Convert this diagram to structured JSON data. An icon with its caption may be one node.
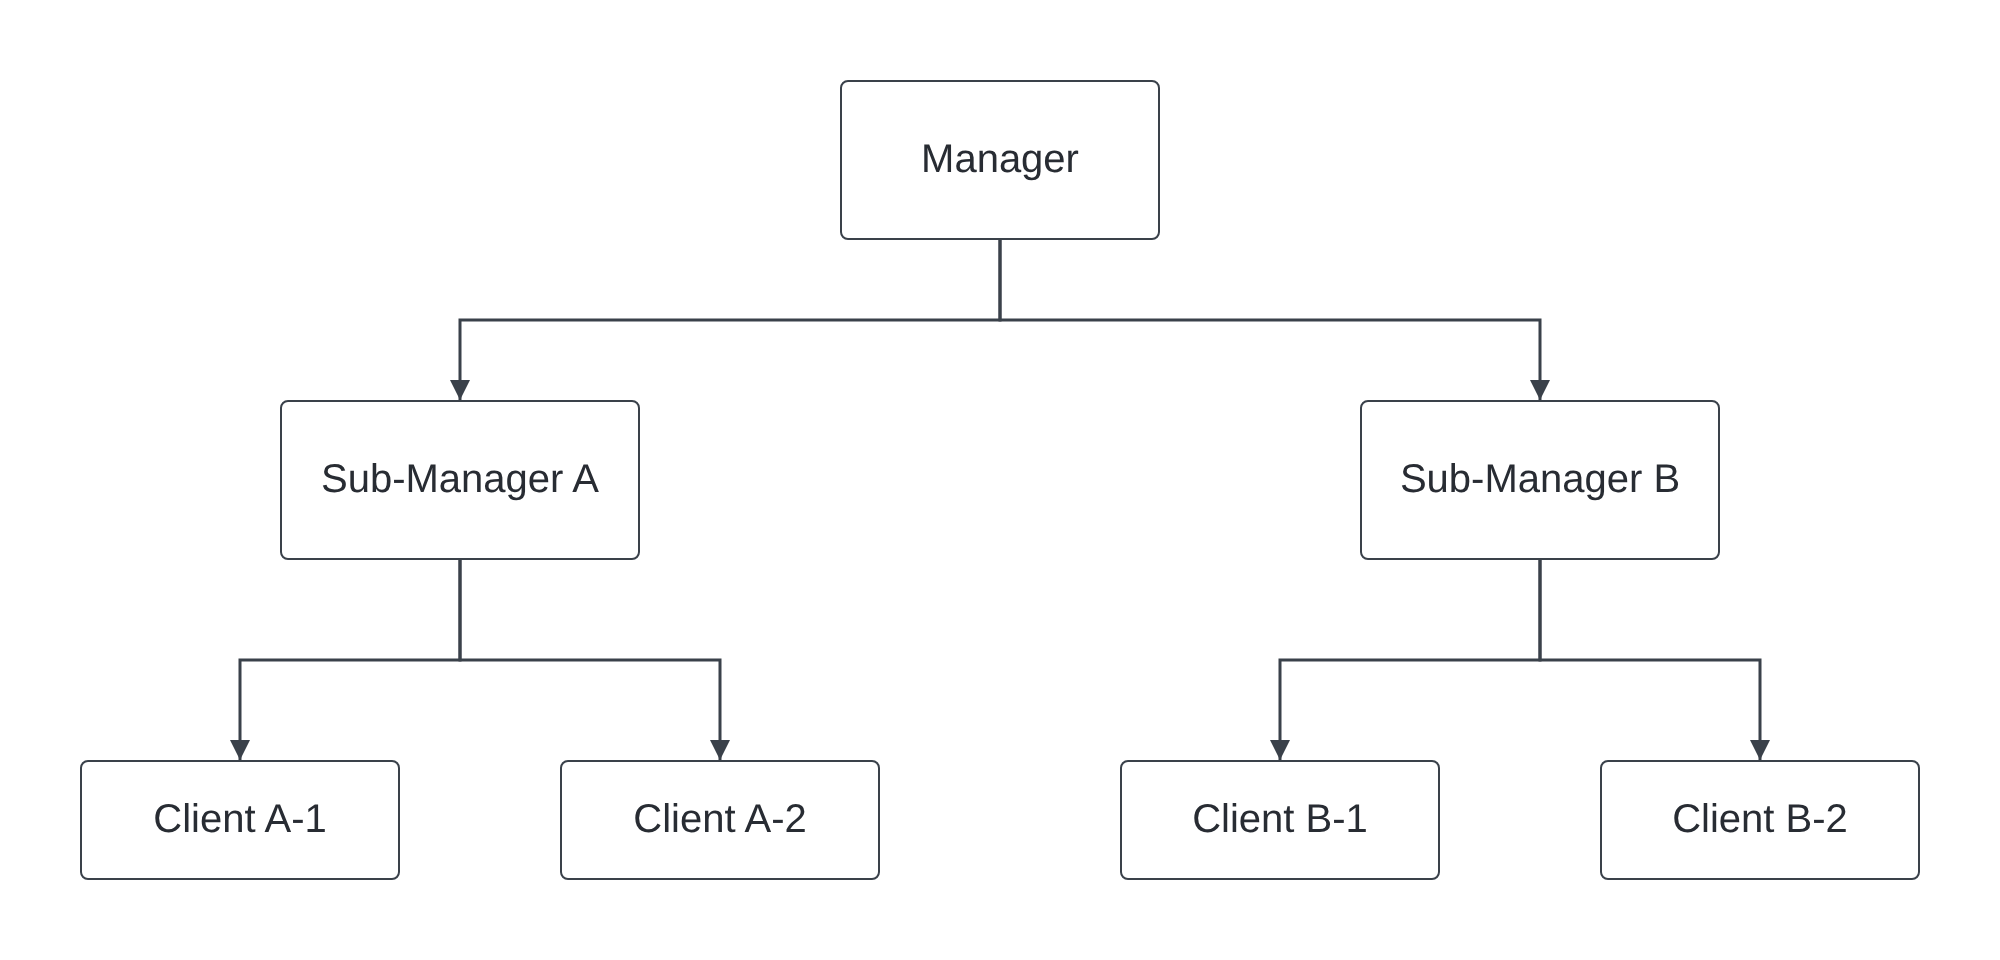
{
  "diagram": {
    "nodes": [
      {
        "text": [
          "Manager"
        ]
      },
      {
        "text": [
          "Sub-Manager A"
        ]
      },
      {
        "text": [
          "Sub-Manager B"
        ]
      },
      {
        "text": [
          "Client A-1"
        ]
      },
      {
        "text": [
          "Client A-2"
        ]
      },
      {
        "text": [
          "Client B-1"
        ]
      },
      {
        "text": [
          "Client B-2"
        ]
      }
    ],
    "edges": [
      {
        "from": 0,
        "to": 1,
        "arrow": "to"
      },
      {
        "from": 0,
        "to": 2,
        "arrow": "to"
      },
      {
        "from": 1,
        "to": 3,
        "arrow": "to"
      },
      {
        "from": 1,
        "to": 4,
        "arrow": "to"
      },
      {
        "from": 2,
        "to": 5,
        "arrow": "to"
      },
      {
        "from": 2,
        "to": 6,
        "arrow": "to"
      }
    ]
  }
}
